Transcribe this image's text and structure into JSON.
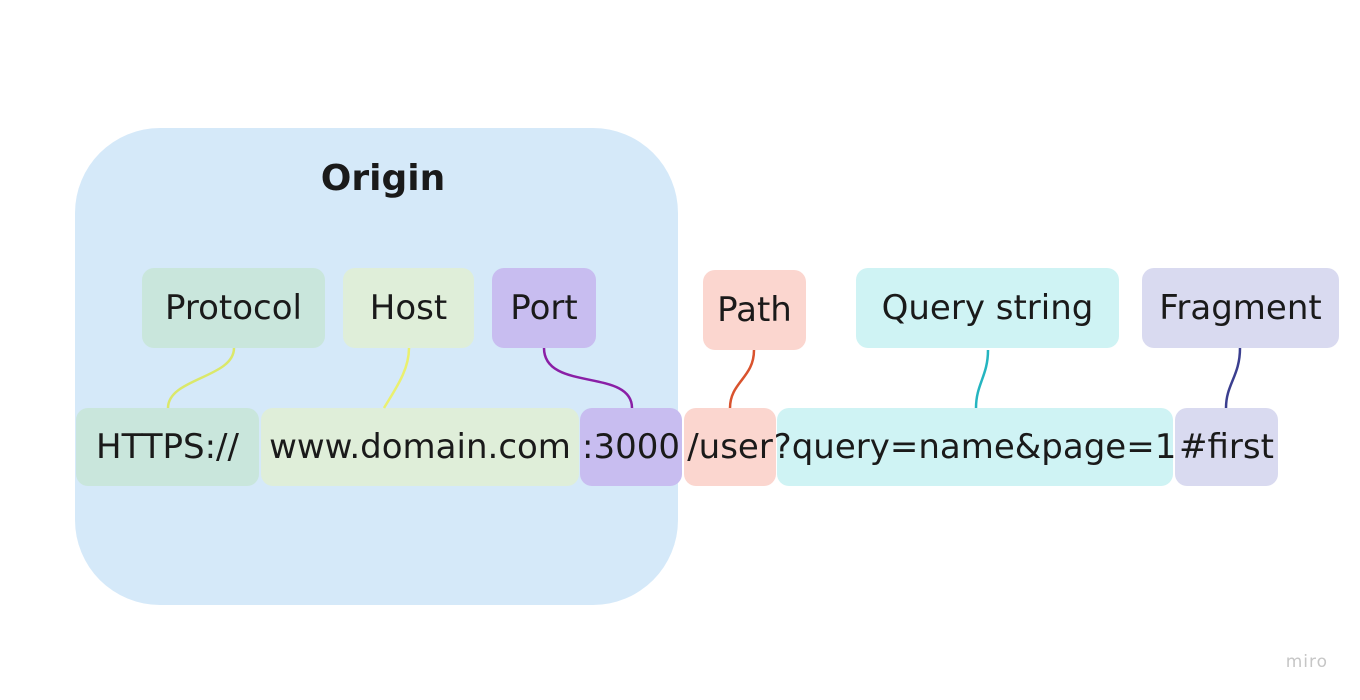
{
  "origin": {
    "title": "Origin"
  },
  "labels": {
    "protocol": "Protocol",
    "host": "Host",
    "port": "Port",
    "path": "Path",
    "query": "Query string",
    "fragment": "Fragment"
  },
  "url_parts": {
    "protocol": "HTTPS://",
    "host": "www.domain.com",
    "port": ":3000",
    "path": "/user",
    "query": "?query=name&page=1",
    "fragment": "#first"
  },
  "colors": {
    "origin_bg": "#d5e9f9",
    "protocol": "#c9e6dc",
    "host": "#dfeed9",
    "port": "#c8bdf0",
    "path": "#fbd6cf",
    "query": "#cff3f4",
    "fragment": "#d9daf0",
    "connector_protocol": "#dbe86a",
    "connector_host": "#eaf070",
    "connector_port": "#8a1fa6",
    "connector_path": "#d9532e",
    "connector_query": "#25b5c0",
    "connector_fragment": "#3b3f8f"
  },
  "branding": "miro"
}
